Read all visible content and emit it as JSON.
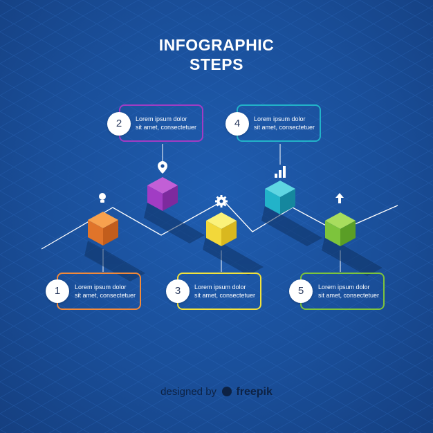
{
  "title": {
    "line1": "INFOGRAPHIC",
    "line2": "STEPS"
  },
  "steps": [
    {
      "number": "1",
      "line1": "Lorem ipsum dolor",
      "line2": "sit amet, consectetuer",
      "color": "#f28a3a",
      "icon": "lightbulb-icon"
    },
    {
      "number": "2",
      "line1": "Lorem ipsum dolor",
      "line2": "sit amet, consectetuer",
      "color": "#a13cc4",
      "icon": "location-pin-icon"
    },
    {
      "number": "3",
      "line1": "Lorem ipsum dolor",
      "line2": "sit amet, consectetuer",
      "color": "#f2e23c",
      "icon": "gear-icon"
    },
    {
      "number": "4",
      "line1": "Lorem ipsum dolor",
      "line2": "sit amet, consectetuer",
      "color": "#22b3c9",
      "icon": "bar-chart-icon"
    },
    {
      "number": "5",
      "line1": "Lorem ipsum dolor",
      "line2": "sit amet, consectetuer",
      "color": "#7dc43c",
      "icon": "arrow-up-icon"
    }
  ],
  "credit": {
    "prefix": "designed by",
    "brand": "freepik"
  },
  "colors": {
    "background": "#1a4f9a",
    "line": "#ffffff",
    "text": "#ffffff"
  }
}
